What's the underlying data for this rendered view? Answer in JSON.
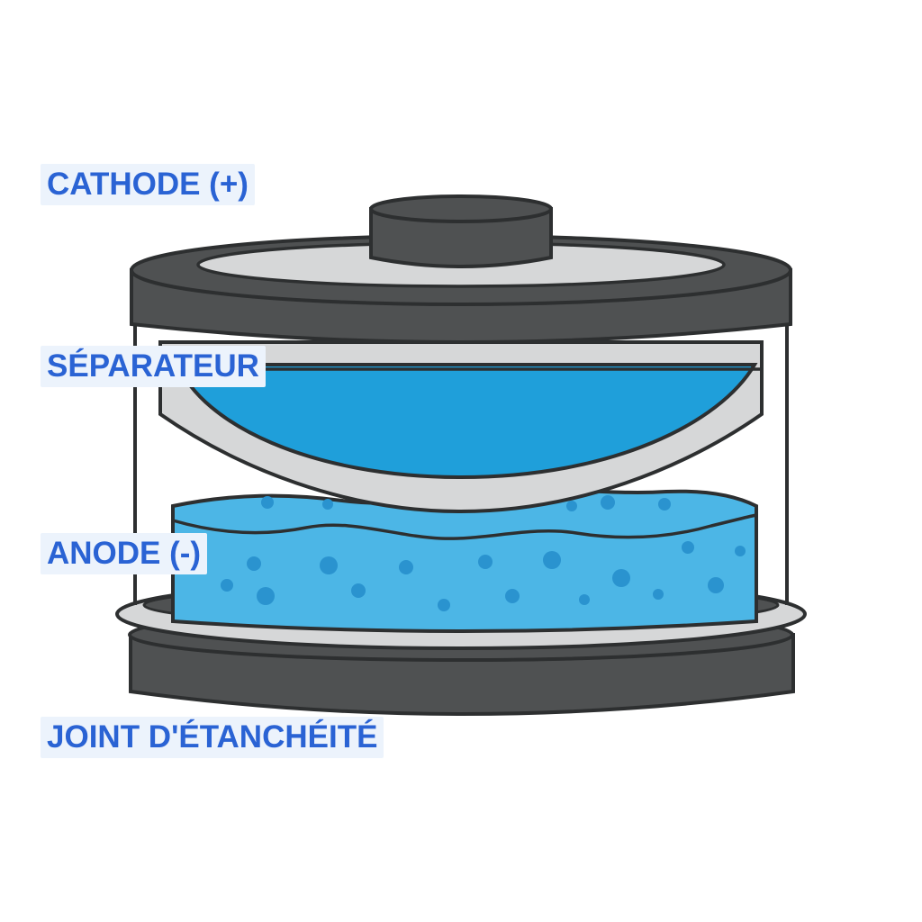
{
  "diagram": {
    "colors": {
      "casing_dark": "#4f5152",
      "casing_outline": "#2d2f30",
      "metal_light": "#d6d7d8",
      "separator_blue": "#1f9fda",
      "anode_blue": "#4cb6e6",
      "anode_bubble": "#2a93cf",
      "label_text": "#2a63d4",
      "label_background": "#ecf3fc"
    },
    "labels": {
      "cathode": "CATHODE (+)",
      "separator": "SÉPARATEUR",
      "anode": "ANODE (-)",
      "seal": "JOINT D'ÉTANCHÉITÉ"
    }
  }
}
